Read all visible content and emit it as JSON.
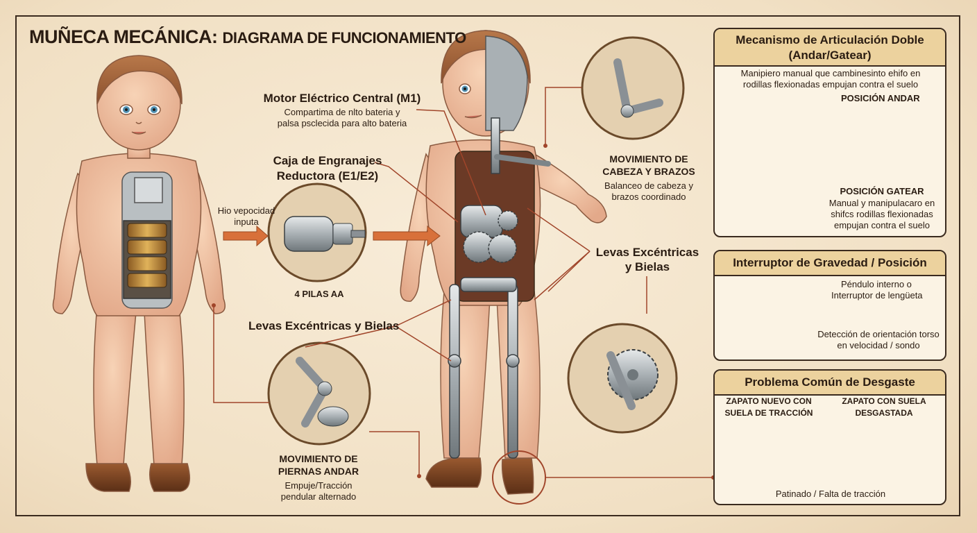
{
  "title": {
    "main": "MUÑECA MECÁNICA:",
    "sub": "DIAGRAMA DE FUNCIONAMIENTO"
  },
  "labels": {
    "motor_title": "Motor Eléctrico Central (M1)",
    "motor_desc_1": "Compartima de nlto bateria y",
    "motor_desc_2": "palsa psclecida para alto bateria",
    "gearbox_title_1": "Caja de Engranajes",
    "gearbox_title_2": "Reductora (E1/E2)",
    "input_1": "Hio vepocidad",
    "input_2": "inputa",
    "batteries": "4 PILAS AA",
    "cams_left": "Levas Excéntricas y Bielas",
    "cams_right_1": "Levas Excéntricas",
    "cams_right_2": "y Bielas",
    "head_title_1": "MOVIMIENTO DE",
    "head_title_2": "CABEZA Y BRAZOS",
    "head_desc_1": "Balanceo de cabeza y",
    "head_desc_2": "brazos coordinado",
    "legs_title_1": "MOVIMIENTO DE",
    "legs_title_2": "PIERNAS ANDAR",
    "legs_desc_1": "Empuje/Tracción",
    "legs_desc_2": "pendular alternado"
  },
  "panels": {
    "joint": {
      "title_1": "Mecanismo de Articulación Doble",
      "title_2": "(Andar/Gatear)",
      "desc_1": "Manipiero manual que cambinesinto ehifo en",
      "desc_2": "rodillas flexionadas empujan contra el suelo",
      "walk_label": "POSICIÓN ANDAR",
      "crawl_label": "POSICIÓN GATEAR",
      "crawl_desc_1": "Manual y manipulacaro en",
      "crawl_desc_2": "shifcs rodillas flexionadas",
      "crawl_desc_3": "empujan contra el suelo"
    },
    "gravity": {
      "title": "Interruptor de Gravedad / Posición",
      "pendulum_1": "Péndulo interno o",
      "pendulum_2": "Interruptor de lengüeta",
      "detect_1": "Detección de orientación torso",
      "detect_2": "en velocidad / sondo"
    },
    "wear": {
      "title": "Problema Común de Desgaste",
      "new_shoe_1": "ZAPATO NUEVO CON",
      "new_shoe_2": "SUELA DE TRACCIÓN",
      "worn_shoe_1": "ZAPATO CON SUELA",
      "worn_shoe_2": "DESGASTADA",
      "caption": "Patinado / Falta de tracción"
    }
  },
  "colors": {
    "arrow": "#d8703a",
    "leader": "#a0452a",
    "skin": "#efc1a0",
    "metal": "#9aa2a6",
    "panel_head": "#ecd29e"
  }
}
